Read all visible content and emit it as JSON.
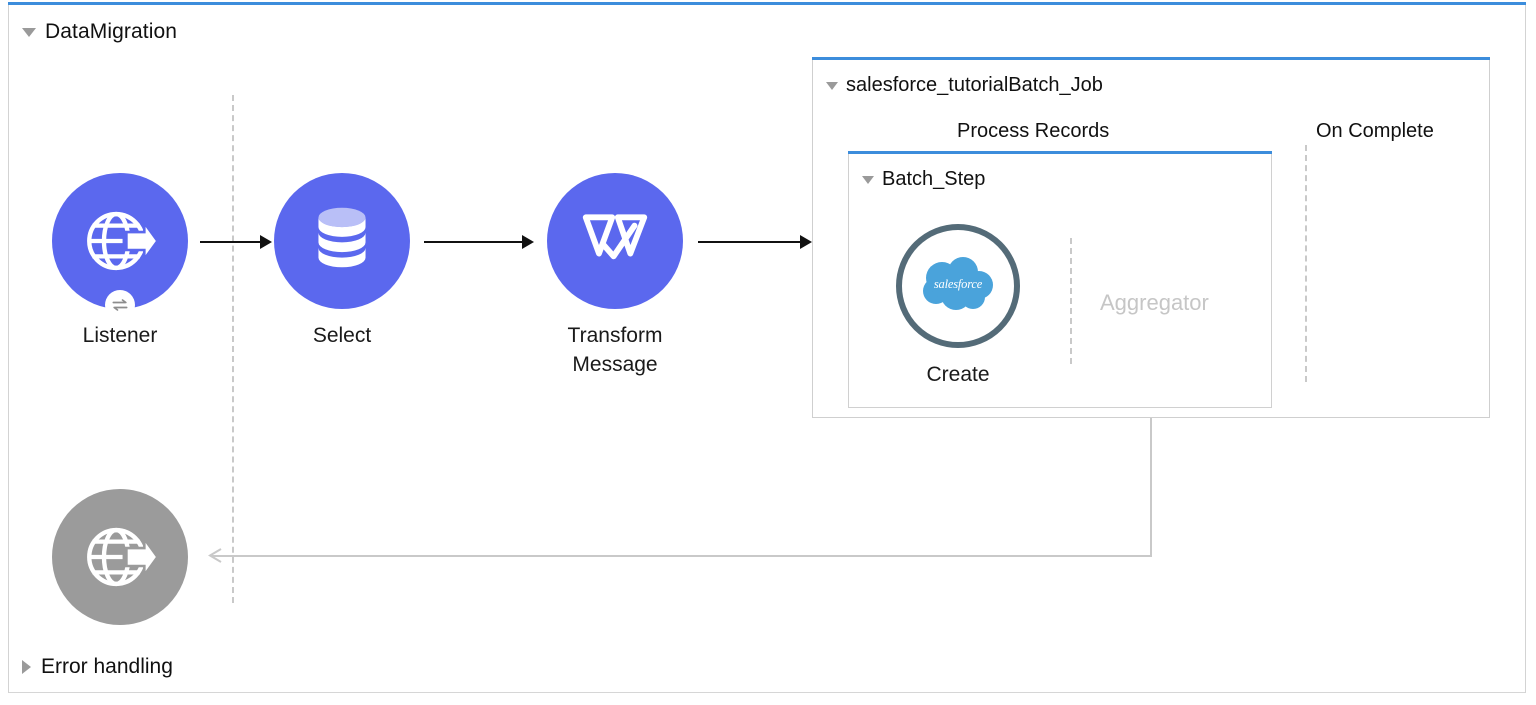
{
  "flow": {
    "title": "DataMigration",
    "collapse_icon": "triangle-down-icon",
    "accent_color": "#3c8ddc"
  },
  "nodes": [
    {
      "id": "listener",
      "label": "Listener",
      "icon": "globe-arrow-icon",
      "badge_icon": "exchange-arrows-icon",
      "color": "#5b68ee",
      "state": "enabled"
    },
    {
      "id": "select",
      "label": "Select",
      "icon": "database-icon",
      "color": "#5b68ee",
      "state": "enabled"
    },
    {
      "id": "transform-message",
      "label": "Transform\nMessage",
      "icon": "dataweave-icon",
      "color": "#5b68ee",
      "state": "enabled"
    },
    {
      "id": "response-listener",
      "label": "",
      "icon": "globe-arrow-icon",
      "color": "#9b9b9b",
      "state": "disabled"
    }
  ],
  "batch_job": {
    "title": "salesforce_tutorialBatch_Job",
    "collapse_icon": "triangle-down-icon",
    "accent_color": "#3c8ddc",
    "phases": [
      {
        "id": "process-records",
        "label": "Process Records"
      },
      {
        "id": "on-complete",
        "label": "On Complete"
      }
    ],
    "batch_step": {
      "title": "Batch_Step",
      "collapse_icon": "triangle-down-icon",
      "accent_color": "#3c8ddc",
      "node": {
        "id": "salesforce-create",
        "label": "Create",
        "icon": "salesforce-cloud-icon",
        "ring_color": "#546b78",
        "logo_color": "#4aa3db",
        "logo_text": "salesforce"
      },
      "aggregator_placeholder": "Aggregator"
    }
  },
  "footer": {
    "error_handling_label": "Error handling",
    "expand_icon": "triangle-right-icon"
  }
}
